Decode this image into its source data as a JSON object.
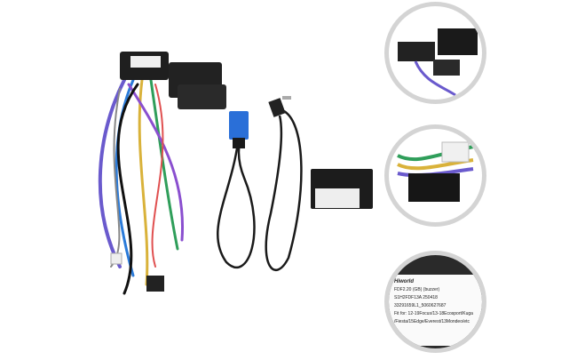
{
  "scene": {
    "description": "Product photo of a car stereo wiring harness kit with CAN-bus decoder box, antenna adapter cable, and three circular detail callouts",
    "background": "#ffffff"
  },
  "items": [
    {
      "name": "wiring-harness",
      "description": "Multicolor wire loom with black connectors and a CAN-bus module"
    },
    {
      "name": "usb-adapter-cable",
      "description": "Black cable with blue connector"
    },
    {
      "name": "antenna-adapter-cable",
      "description": "Black coiled cable with right-angle plug"
    },
    {
      "name": "canbus-decoder-box",
      "description": "Small black box with white label"
    }
  ],
  "callouts": [
    {
      "name": "connector-detail",
      "description": "Close-up of black multi-pin connectors"
    },
    {
      "name": "plug-detail",
      "description": "Close-up of black 16-pin harness plug with colored wires"
    },
    {
      "name": "label-detail",
      "description": "Close-up of product label",
      "lines": [
        "Hiworld",
        "FDF2.20   (GB)   (buzzer)",
        "S1H2FDF13A     250418",
        "33291659L1_5060627687",
        "Fit for: 12-19Focus/13-18Ecosport/Kuga",
        "/Fiesta/15Edge/Everest/13Mondeo/etc"
      ]
    }
  ],
  "colors": {
    "circle_border": "#d4d4d4",
    "cable": "#1a1a1a",
    "accent_blue": "#2a6fd8",
    "wire_purple": "#6a5acd"
  }
}
